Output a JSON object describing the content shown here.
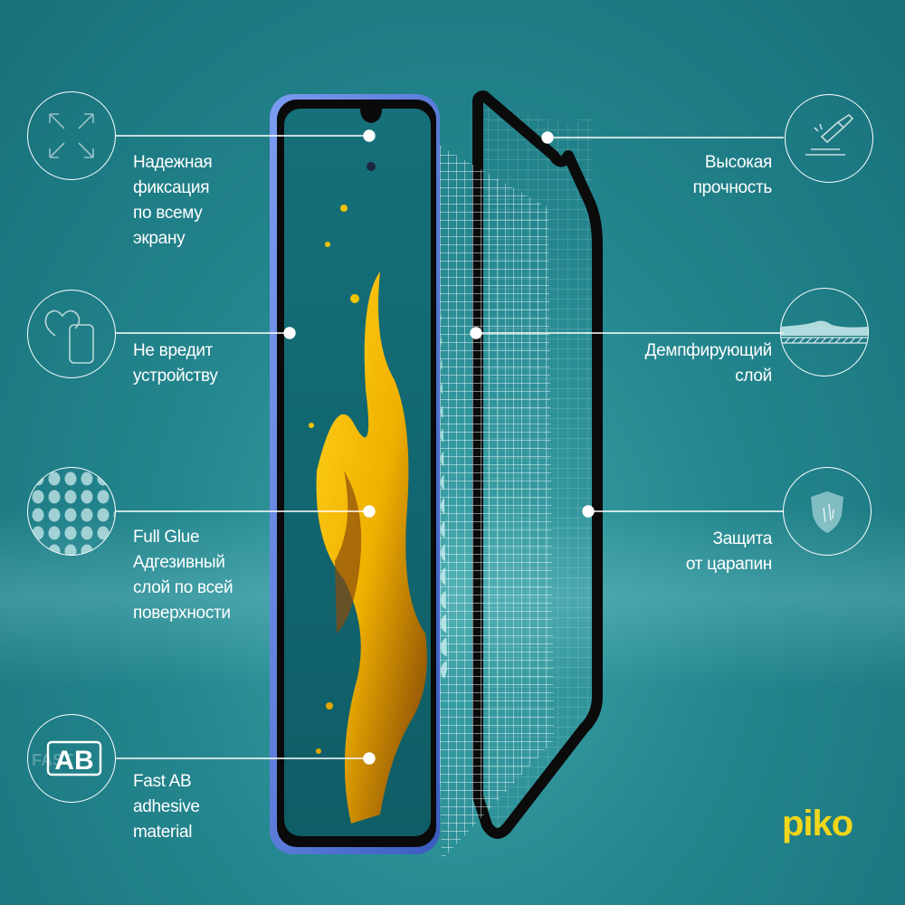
{
  "features": {
    "fixation": {
      "lines": [
        "Надежная",
        "фиксация",
        "по всему",
        "экрану"
      ],
      "icon": "expand-arrows-icon"
    },
    "harmless": {
      "lines": [
        "Не вредит",
        "устройству"
      ],
      "icon": "heart-phone-icon"
    },
    "fullglue": {
      "lines": [
        "Full Glue",
        "Адгезивный",
        "слой по всей",
        "поверхности"
      ],
      "icon": "dot-pattern-icon"
    },
    "fastab": {
      "lines": [
        "Fast AB",
        "adhesive",
        "material"
      ],
      "icon": "ab-adhesive-icon",
      "badge": "AB",
      "watermark": "FAST"
    },
    "strength": {
      "lines": [
        "Высокая",
        "прочность"
      ],
      "icon": "hammer-icon"
    },
    "damping": {
      "lines": [
        "Демпфирующий",
        "слой"
      ],
      "icon": "damping-layer-icon"
    },
    "scratch": {
      "lines": [
        "Защита",
        "от царапин"
      ],
      "icon": "shield-icon"
    }
  },
  "brand": {
    "logo_text": "piko"
  },
  "colors": {
    "background": "#24868e",
    "accent": "#f2d61a",
    "phone_frame": "#5a7fd6",
    "lines": "#ffffff"
  }
}
